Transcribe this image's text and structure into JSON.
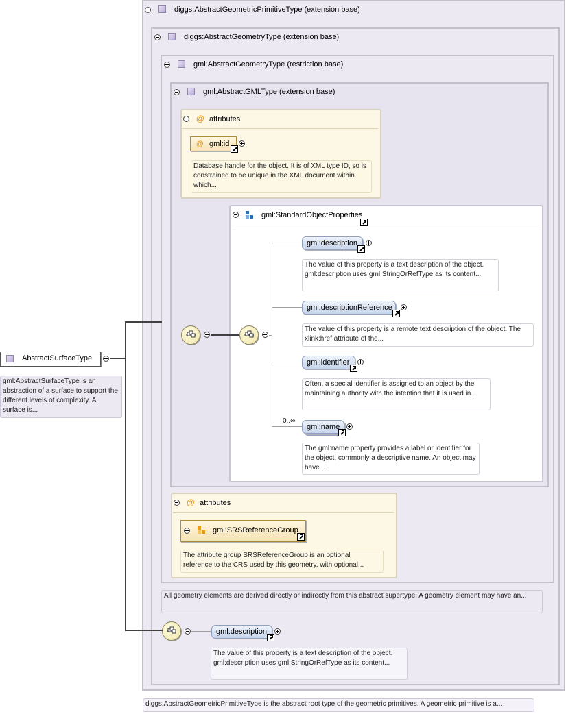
{
  "root": {
    "name": "AbstractSurfaceType",
    "doc": "gml:AbstractSurfaceType is an abstraction of a surface to support the different levels of complexity. A surface is..."
  },
  "levels": [
    {
      "title": "diggs:AbstractGeometricPrimitiveType (extension base)",
      "doc": "diggs:AbstractGeometricPrimitiveType is the abstract root type of the geometric primitives. A geometric primitive is a..."
    },
    {
      "title": "diggs:AbstractGeometryType (extension base)"
    },
    {
      "title": "gml:AbstractGeometryType (restriction base)",
      "doc": "All geometry elements are derived directly or indirectly from this abstract supertype. A geometry element may have an..."
    },
    {
      "title": "gml:AbstractGMLType (extension base)"
    }
  ],
  "gml_attributes": {
    "title": "attributes",
    "id_name": "gml:id",
    "id_doc": "Database handle for the object. It is of XML type ID, so is constrained to be unique in the XML document within which..."
  },
  "std_props": {
    "title": "gml:StandardObjectProperties",
    "items": [
      {
        "name": "gml:description",
        "doc": "The value of this property is a text description of the object. gml:description uses gml:StringOrRefType as its content..."
      },
      {
        "name": "gml:descriptionReference",
        "doc": "The value of this property is a remote text description of the object. The xlink:href attribute of the..."
      },
      {
        "name": "gml:identifier",
        "doc": "Often, a special identifier is assigned to an object by the maintaining authority with the intention that it is used in..."
      },
      {
        "name": "gml:name",
        "doc": "The gml:name property provides a label or identifier for the object, commonly a descriptive name. An object may have..."
      }
    ],
    "name_cardinality": "0..∞"
  },
  "srs_attributes": {
    "title": "attributes",
    "group_name": "gml:SRSReferenceGroup",
    "group_doc": "The attribute group SRSReferenceGroup is an optional reference to the CRS used by this geometry, with optional..."
  },
  "bottom_element": {
    "name": "gml:description",
    "doc": "The value of this property is a text description of the object. gml:description uses gml:StringOrRefType as its content..."
  }
}
